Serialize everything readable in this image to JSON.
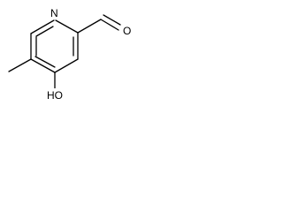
{
  "structure": {
    "atoms": {
      "ring_nitrogen": "N",
      "hydroxyl": "HO",
      "carbonyl_oxygen": "O"
    },
    "colors": {
      "bond": "#000000",
      "label": "#000000",
      "background": "#ffffff"
    }
  }
}
